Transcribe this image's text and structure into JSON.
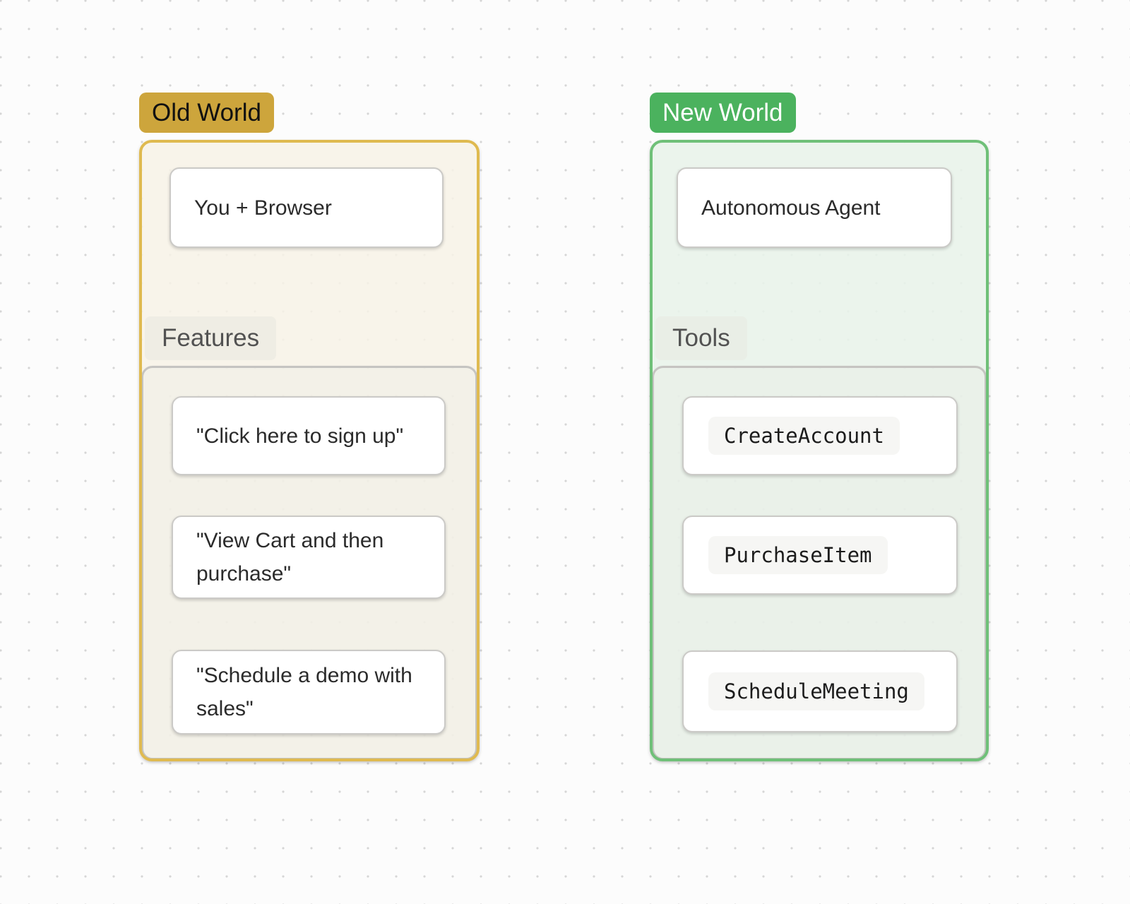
{
  "canvas": {
    "background": "#fcfcfc",
    "grid_dot_color": "#d5d5d5"
  },
  "old_world": {
    "label": "Old World",
    "node": "You + Browser",
    "group_label": "Features",
    "features": [
      "\"Click here to sign up\"",
      "\"View Cart and then purchase\"",
      "\"Schedule a demo with sales\""
    ],
    "colors": {
      "label_bg": "#cda53c",
      "label_text": "#111111",
      "frame_border": "#dfba50",
      "frame_fill": "#f8f3e8"
    }
  },
  "new_world": {
    "label": "New World",
    "node": "Autonomous Agent",
    "group_label": "Tools",
    "tools": [
      "CreateAccount",
      "PurchaseItem",
      "ScheduleMeeting"
    ],
    "colors": {
      "label_bg": "#4bb25e",
      "label_text": "#ffffff",
      "frame_border": "#6fc078",
      "frame_fill": "#e9f3ea"
    }
  },
  "shared": {
    "sub_label_text_color": "#525252",
    "subframe_border": "#c5c4c1",
    "card_border": "#cbcac7",
    "code_pill_bg": "#f6f6f4"
  }
}
